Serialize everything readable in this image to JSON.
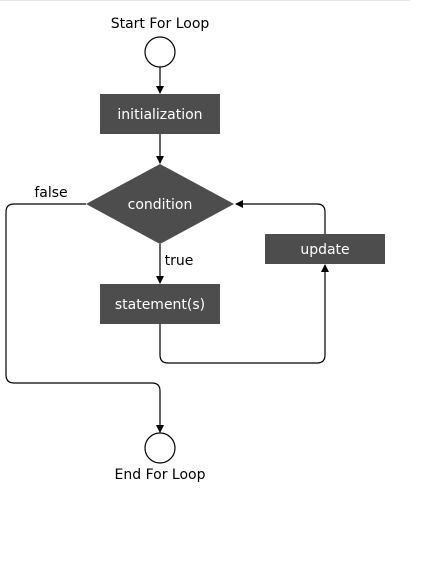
{
  "diagram": {
    "start_label": "Start For Loop",
    "end_label": "End For Loop",
    "initialization_label": "initialization",
    "condition_label": "condition",
    "statement_label": "statement(s)",
    "update_label": "update",
    "true_label": "true",
    "false_label": "false"
  },
  "colors": {
    "node_fill": "#4d4d4d",
    "node_text": "#ffffff",
    "line": "#000000",
    "background": "#ffffff"
  }
}
